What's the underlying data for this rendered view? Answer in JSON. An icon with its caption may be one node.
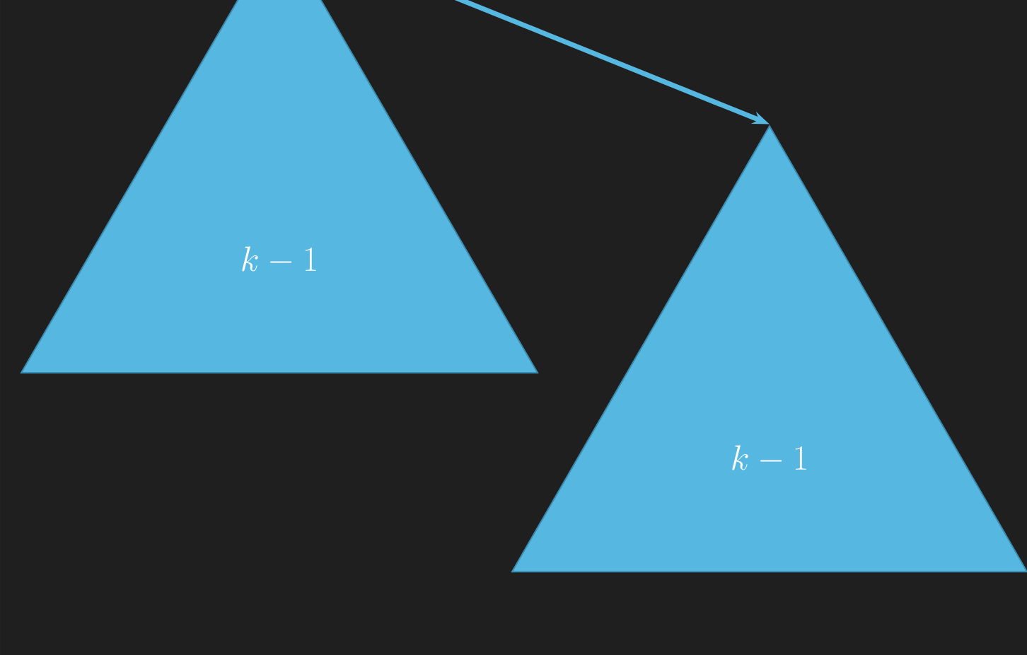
{
  "diagram": {
    "nodes": [
      {
        "text": [
          "k-1"
        ]
      },
      {
        "text": [
          "k-1"
        ]
      }
    ],
    "edges": [
      {
        "from": 0,
        "to": 1,
        "arrow": "to"
      }
    ]
  }
}
